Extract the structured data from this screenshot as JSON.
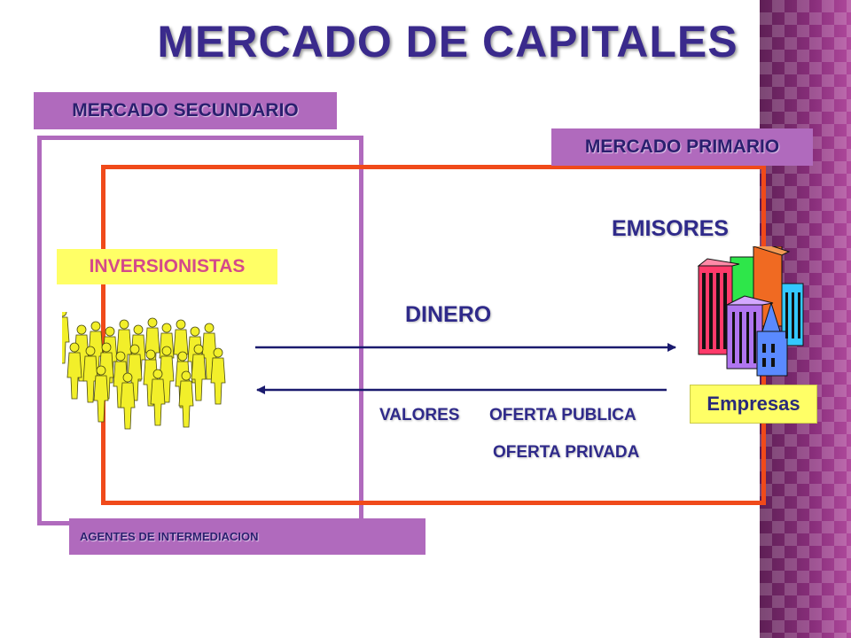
{
  "title": "MERCADO DE CAPITALES",
  "labels": {
    "mercado_secundario": "MERCADO SECUNDARIO",
    "mercado_primario": "MERCADO PRIMARIO",
    "inversionistas": "INVERSIONISTAS",
    "emisores": "EMISORES",
    "dinero": "DINERO",
    "valores": "VALORES",
    "oferta_publica": "OFERTA PUBLICA",
    "oferta_privada": "OFERTA PRIVADA",
    "empresas": "Empresas",
    "agentes": "AGENTES DE INTERMEDIACION"
  },
  "colors": {
    "title": "#3a2a8c",
    "secundario_frame": "#b06abd",
    "primario_frame": "#f04a1a",
    "highlight_box": "#ffff66",
    "arrow": "#1a1a6e",
    "side_panel": "#8e2f7e"
  },
  "icons": {
    "crowd": "people-crowd-icon",
    "buildings": "city-buildings-icon"
  }
}
